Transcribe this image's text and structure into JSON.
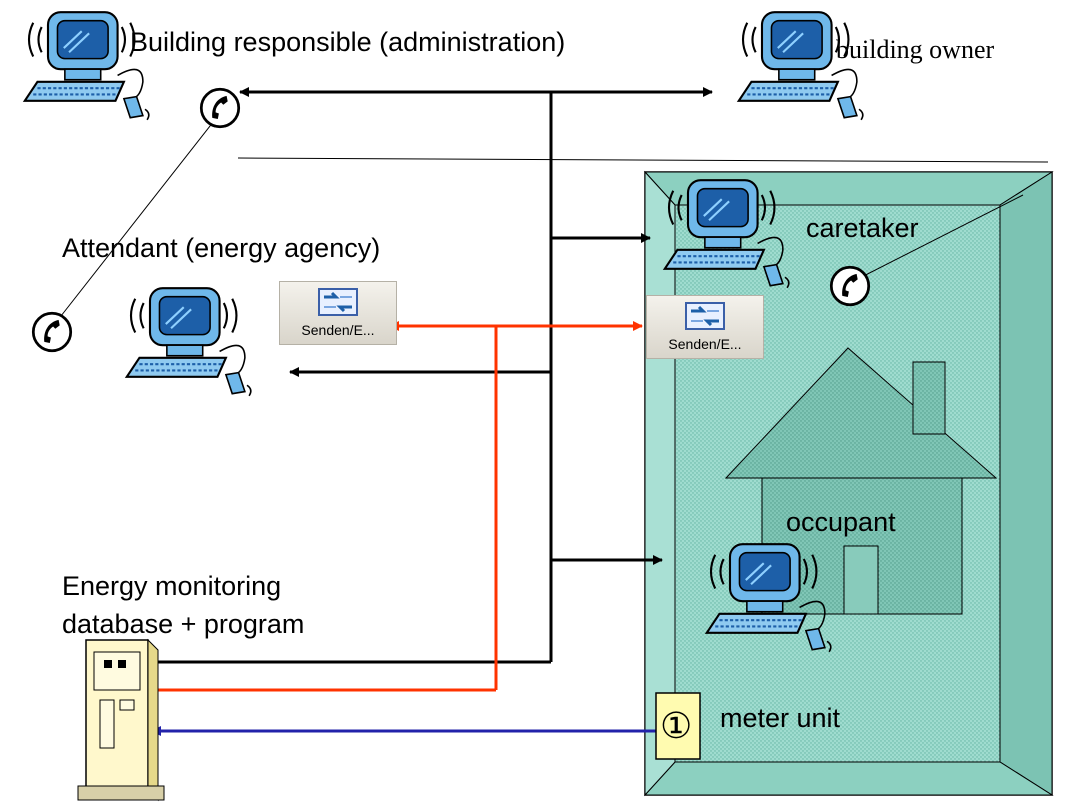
{
  "labels": {
    "building_responsible": "Building responsible (administration)",
    "building_owner": "building owner",
    "attendant": "Attendant (energy agency)",
    "caretaker": "caretaker",
    "occupant": "occupant",
    "database_line1": "Energy monitoring",
    "database_line2": "database + program",
    "meter_unit": "meter unit"
  },
  "buttons": {
    "send_left": "Senden/E...",
    "send_right": "Senden/E..."
  },
  "meter_symbol": "①",
  "colors": {
    "building_fill": "#9fdccf",
    "data_link": "#000000",
    "email_link": "#ff3300",
    "meter_link": "#2222aa",
    "house_fill": "#7fc4b4",
    "computer_screen": "#3a8fd6"
  }
}
